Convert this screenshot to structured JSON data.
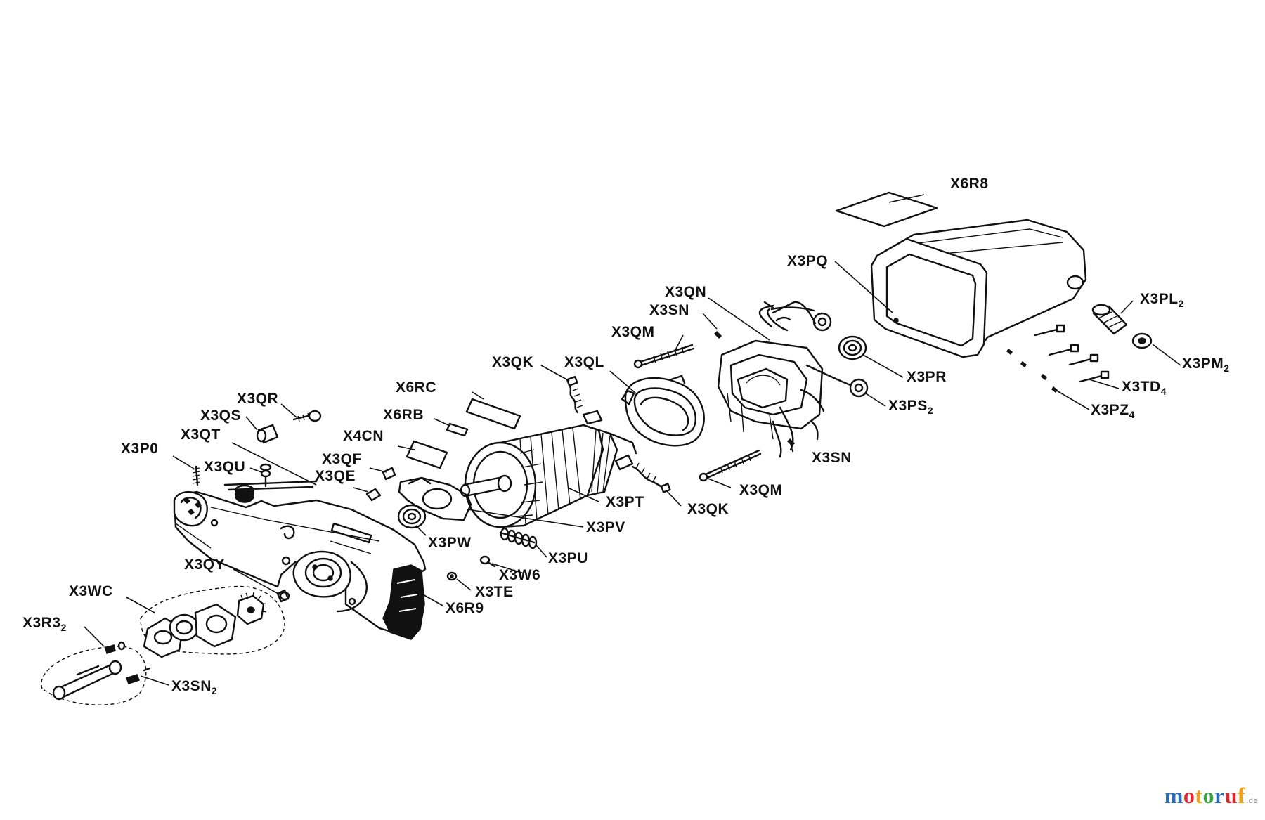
{
  "labels": [
    {
      "id": "X6R8",
      "text": "X6R8",
      "sub": ""
    },
    {
      "id": "X3PQ",
      "text": "X3PQ",
      "sub": ""
    },
    {
      "id": "X3QN",
      "text": "X3QN",
      "sub": ""
    },
    {
      "id": "X3SN_top",
      "text": "X3SN",
      "sub": ""
    },
    {
      "id": "X3QM_top",
      "text": "X3QM",
      "sub": ""
    },
    {
      "id": "X3PL",
      "text": "X3PL",
      "sub": "2"
    },
    {
      "id": "X3PM",
      "text": "X3PM",
      "sub": "2"
    },
    {
      "id": "X3PR",
      "text": "X3PR",
      "sub": ""
    },
    {
      "id": "X3TD",
      "text": "X3TD",
      "sub": "4"
    },
    {
      "id": "X3PS",
      "text": "X3PS",
      "sub": "2"
    },
    {
      "id": "X3PZ",
      "text": "X3PZ",
      "sub": "4"
    },
    {
      "id": "X3QK_top",
      "text": "X3QK",
      "sub": ""
    },
    {
      "id": "X3QL",
      "text": "X3QL",
      "sub": ""
    },
    {
      "id": "X6RC",
      "text": "X6RC",
      "sub": ""
    },
    {
      "id": "X6RB",
      "text": "X6RB",
      "sub": ""
    },
    {
      "id": "X4CN",
      "text": "X4CN",
      "sub": ""
    },
    {
      "id": "X3QR",
      "text": "X3QR",
      "sub": ""
    },
    {
      "id": "X3QS",
      "text": "X3QS",
      "sub": ""
    },
    {
      "id": "X3QT",
      "text": "X3QT",
      "sub": ""
    },
    {
      "id": "X3P0",
      "text": "X3P0",
      "sub": ""
    },
    {
      "id": "X3QU",
      "text": "X3QU",
      "sub": ""
    },
    {
      "id": "X3QF",
      "text": "X3QF",
      "sub": ""
    },
    {
      "id": "X3QE",
      "text": "X3QE",
      "sub": ""
    },
    {
      "id": "X3SN_mid",
      "text": "X3SN",
      "sub": ""
    },
    {
      "id": "X3QM_mid",
      "text": "X3QM",
      "sub": ""
    },
    {
      "id": "X3PT",
      "text": "X3PT",
      "sub": ""
    },
    {
      "id": "X3QK_mid",
      "text": "X3QK",
      "sub": ""
    },
    {
      "id": "X3PV",
      "text": "X3PV",
      "sub": ""
    },
    {
      "id": "X3PW",
      "text": "X3PW",
      "sub": ""
    },
    {
      "id": "X3PU",
      "text": "X3PU",
      "sub": ""
    },
    {
      "id": "X3W6",
      "text": "X3W6",
      "sub": ""
    },
    {
      "id": "X3TE",
      "text": "X3TE",
      "sub": ""
    },
    {
      "id": "X6R9",
      "text": "X6R9",
      "sub": ""
    },
    {
      "id": "X3QY",
      "text": "X3QY",
      "sub": ""
    },
    {
      "id": "X3WC",
      "text": "X3WC",
      "sub": ""
    },
    {
      "id": "X3R3",
      "text": "X3R3",
      "sub": "2"
    },
    {
      "id": "X3SN_low",
      "text": "X3SN",
      "sub": "2"
    }
  ],
  "brand": {
    "letters": [
      "m",
      "o",
      "t",
      "o",
      "r",
      "u",
      "f"
    ],
    "colors": [
      "#2c6fb7",
      "#e0262e",
      "#f2a11a",
      "#3aa445",
      "#2c6fb7",
      "#e0262e",
      "#f2a11a"
    ],
    "suffix": ".de"
  }
}
